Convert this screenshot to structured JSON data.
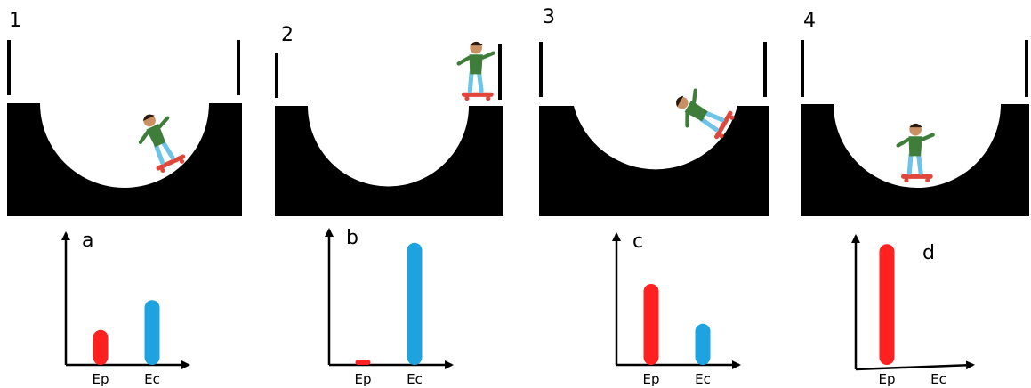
{
  "scenes": [
    {
      "number": "1",
      "letter": "a"
    },
    {
      "number": "2",
      "letter": "b"
    },
    {
      "number": "3",
      "letter": "c"
    },
    {
      "number": "4",
      "letter": "d"
    }
  ],
  "colors": {
    "ep": "#ff2020",
    "ec": "#1ea3e0",
    "ramp": "#000000"
  },
  "chart_data": [
    {
      "type": "bar",
      "categories": [
        "Ep",
        "Ec"
      ],
      "values": [
        0.28,
        0.52
      ],
      "ylim": [
        0,
        1
      ]
    },
    {
      "type": "bar",
      "categories": [
        "Ep",
        "Ec"
      ],
      "values": [
        0.04,
        0.98
      ],
      "ylim": [
        0,
        1
      ]
    },
    {
      "type": "bar",
      "categories": [
        "Ep",
        "Ec"
      ],
      "values": [
        0.65,
        0.33
      ],
      "ylim": [
        0,
        1
      ]
    },
    {
      "type": "bar",
      "categories": [
        "Ep",
        "Ec"
      ],
      "values": [
        0.97,
        0.0
      ],
      "ylim": [
        0,
        1
      ]
    }
  ]
}
